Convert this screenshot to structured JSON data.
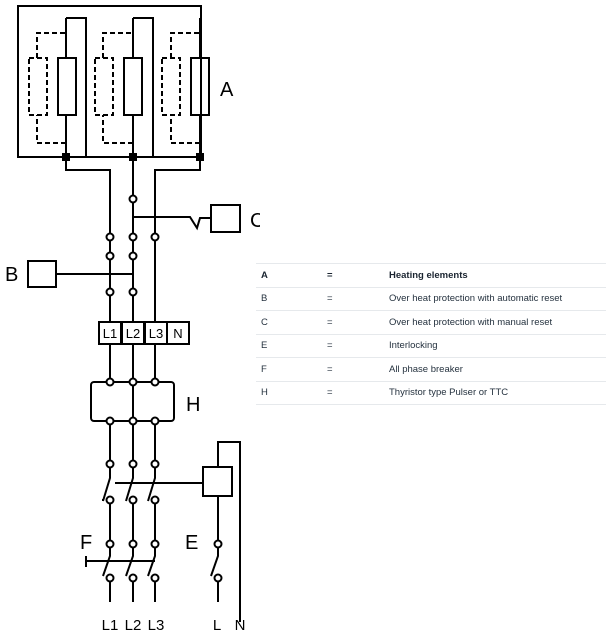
{
  "diagram": {
    "labels": {
      "A": "A",
      "B": "B",
      "C": "C",
      "E": "E",
      "F": "F",
      "H": "H"
    },
    "terminals": [
      "L1",
      "L2",
      "L3",
      "N"
    ],
    "supply_labels": [
      "L1",
      "L2",
      "L3",
      "L",
      "N"
    ]
  },
  "legend": {
    "rows": [
      {
        "code": "A",
        "eq": "=",
        "desc": "Heating elements"
      },
      {
        "code": "B",
        "eq": "=",
        "desc": "Over heat protection with automatic reset"
      },
      {
        "code": "C",
        "eq": "=",
        "desc": "Over heat protection with manual reset"
      },
      {
        "code": "E",
        "eq": "=",
        "desc": "Interlocking"
      },
      {
        "code": "F",
        "eq": "=",
        "desc": "All phase breaker"
      },
      {
        "code": "H",
        "eq": "=",
        "desc": "Thyristor type Pulser or TTC"
      }
    ]
  }
}
